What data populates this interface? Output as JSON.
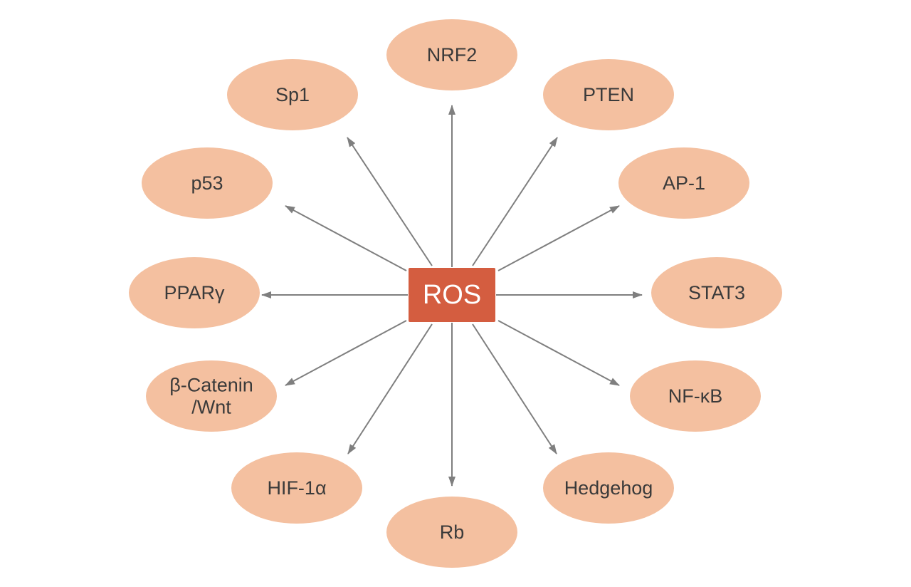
{
  "colors": {
    "node_fill": "#f4c0a0",
    "center_fill": "#d45d40",
    "center_text": "#ffffff",
    "node_text": "#3a3a3a",
    "arrow": "#7f7f7f"
  },
  "center": {
    "label": "ROS"
  },
  "nodes": [
    {
      "id": "nrf2",
      "label": [
        "NRF2"
      ]
    },
    {
      "id": "pten",
      "label": [
        "PTEN"
      ]
    },
    {
      "id": "ap1",
      "label": [
        "AP-1"
      ]
    },
    {
      "id": "stat3",
      "label": [
        "STAT3"
      ]
    },
    {
      "id": "nfkb",
      "label": [
        "NF-κB"
      ]
    },
    {
      "id": "hedgehog",
      "label": [
        "Hedgehog"
      ]
    },
    {
      "id": "rb",
      "label": [
        "Rb"
      ]
    },
    {
      "id": "hif1a",
      "label": [
        "HIF-1α"
      ]
    },
    {
      "id": "bcatenin",
      "label": [
        "β-Catenin",
        "/Wnt"
      ]
    },
    {
      "id": "ppary",
      "label": [
        "PPARγ"
      ]
    },
    {
      "id": "p53",
      "label": [
        "p53"
      ]
    },
    {
      "id": "sp1",
      "label": [
        "Sp1"
      ]
    }
  ],
  "edges": [
    {
      "from": "ROS",
      "to": "nrf2"
    },
    {
      "from": "ROS",
      "to": "pten"
    },
    {
      "from": "ROS",
      "to": "ap1"
    },
    {
      "from": "ROS",
      "to": "stat3"
    },
    {
      "from": "ROS",
      "to": "nfkb"
    },
    {
      "from": "ROS",
      "to": "hedgehog"
    },
    {
      "from": "ROS",
      "to": "rb"
    },
    {
      "from": "ROS",
      "to": "hif1a"
    },
    {
      "from": "ROS",
      "to": "bcatenin"
    },
    {
      "from": "ROS",
      "to": "ppary"
    },
    {
      "from": "ROS",
      "to": "p53"
    },
    {
      "from": "ROS",
      "to": "sp1"
    }
  ]
}
